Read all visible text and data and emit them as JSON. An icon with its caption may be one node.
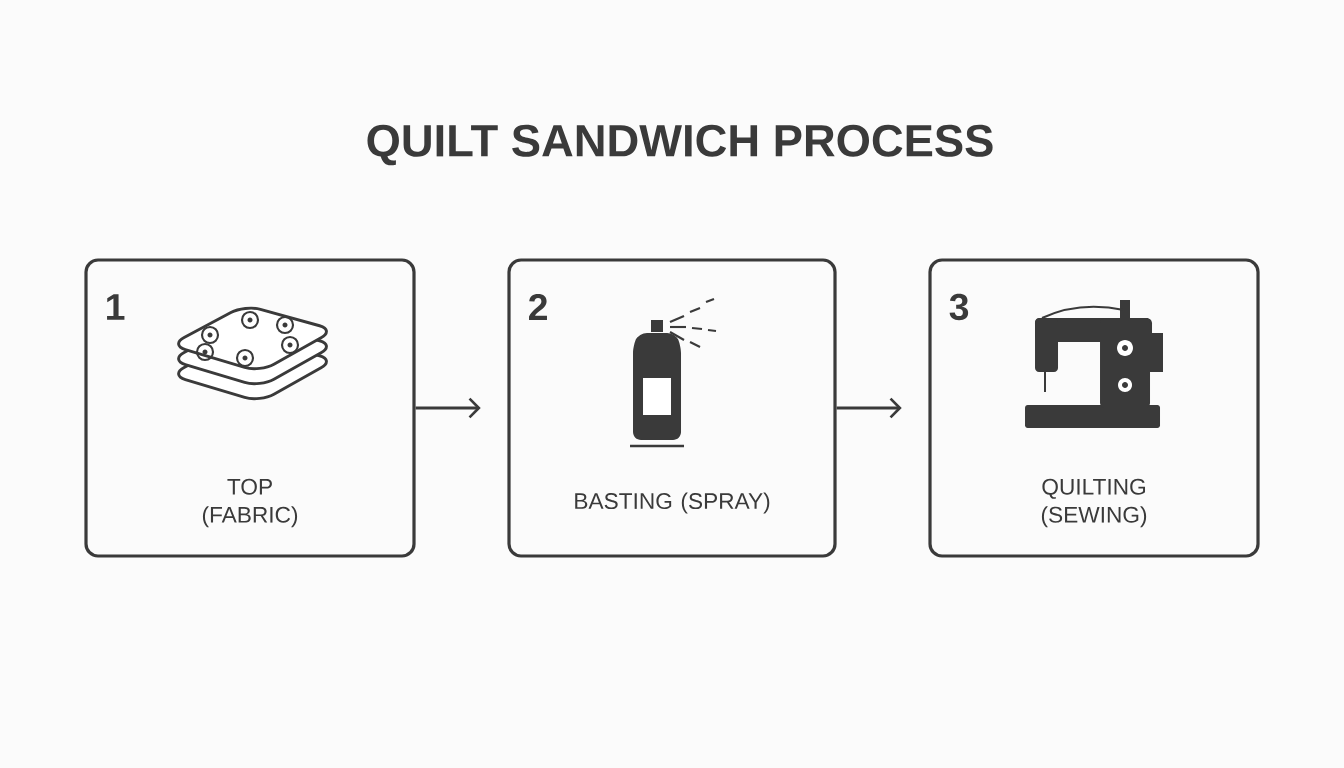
{
  "diagram": {
    "title": "QUILT SANDWICH PROCESS",
    "nodes": [
      {
        "text": [
          "1",
          "TOP (FABRIC)"
        ]
      },
      {
        "text": [
          "2",
          "BASTING (SPRAY)"
        ]
      },
      {
        "text": [
          "3",
          "QUILTING (SEWING)"
        ]
      }
    ],
    "edges": [
      {
        "from": 0,
        "to": 1,
        "arrow": "to"
      },
      {
        "from": 1,
        "to": 2,
        "arrow": "to"
      }
    ]
  }
}
